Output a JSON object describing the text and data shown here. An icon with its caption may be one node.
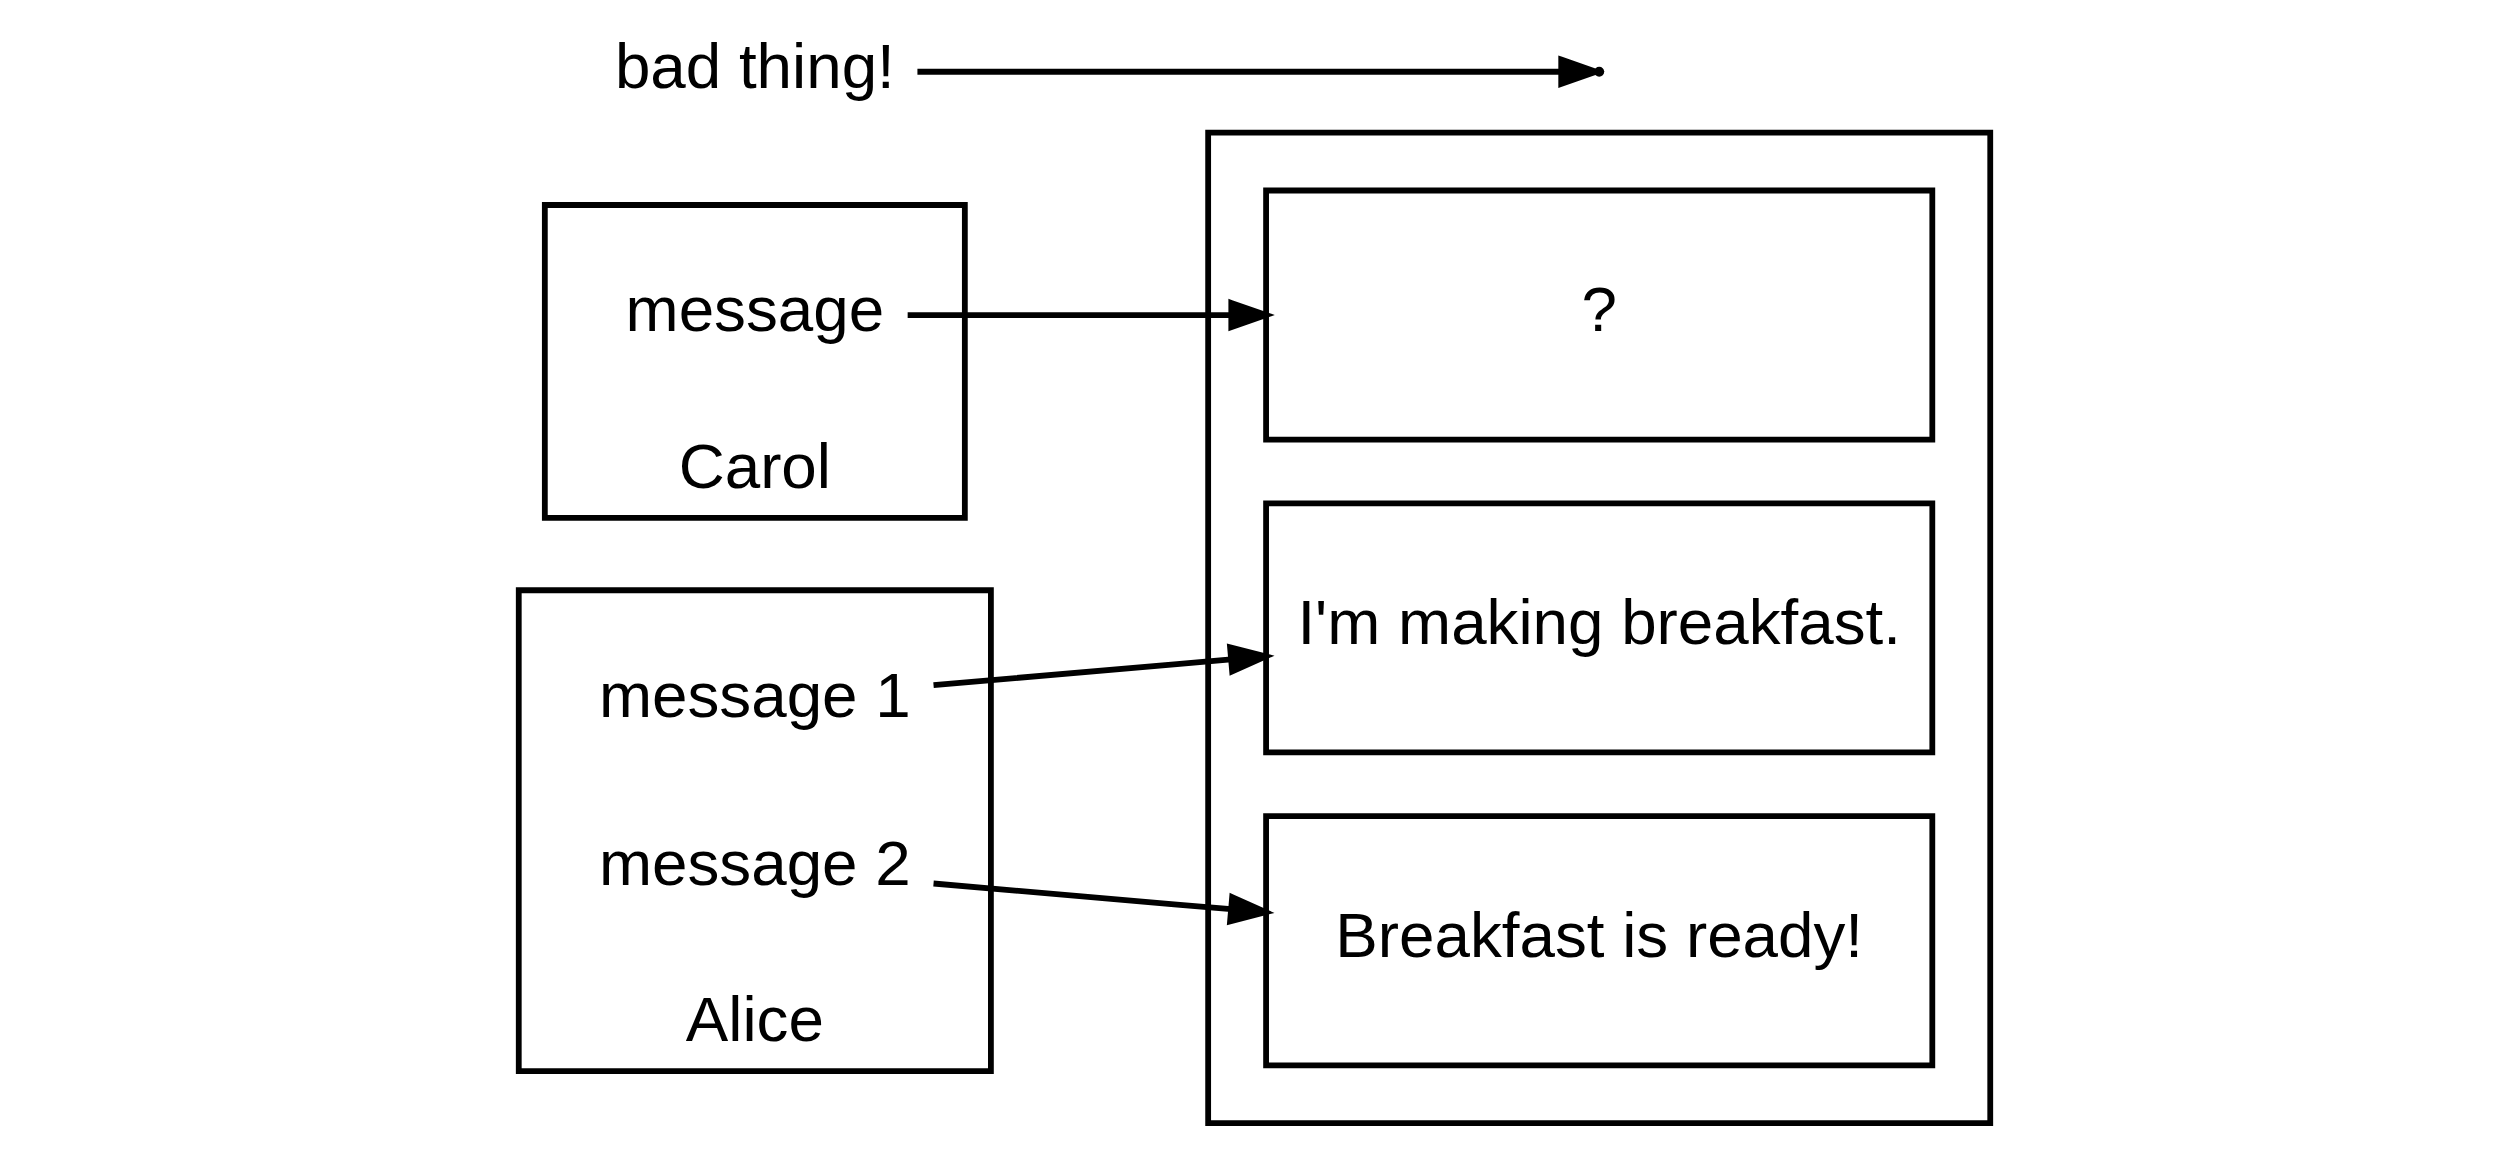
{
  "diagram": {
    "nodes": [
      {
        "text": [
          "Carol"
        ]
      },
      {
        "text": [
          "message"
        ],
        "in": 0
      },
      {
        "text": [],
        "shape": "box"
      },
      {
        "text": [
          "?"
        ],
        "in": 2
      },
      {
        "text": [
          "I'm making breakfast."
        ],
        "in": 2
      },
      {
        "text": [
          "Breakfast is ready!"
        ],
        "in": 2
      },
      {
        "text": [
          "Alice"
        ]
      },
      {
        "text": [
          "message 2"
        ],
        "in": 6
      },
      {
        "text": [
          "message 1"
        ],
        "in": 6
      },
      {
        "text": [
          "bad thing!"
        ]
      }
    ],
    "edges": [
      {
        "from": 1,
        "to": 3,
        "arrow": "to"
      },
      {
        "from": 8,
        "to": 4,
        "arrow": "to"
      },
      {
        "from": 7,
        "to": 5,
        "arrow": "to"
      },
      {
        "from": 9,
        "to": null,
        "arrow": "to"
      }
    ]
  }
}
